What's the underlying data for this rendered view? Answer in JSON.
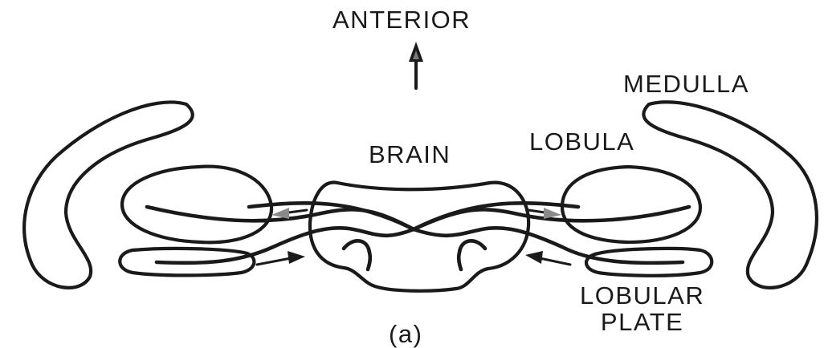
{
  "labels": {
    "anterior": "ANTERIOR",
    "medulla": "MEDULLA",
    "brain": "BRAIN",
    "lobula": "LOBULA",
    "lobular_plate_line1": "LOBULAR",
    "lobular_plate_line2": "PLATE",
    "panel": "(a)"
  },
  "colors": {
    "ink": "#1a1a1a",
    "arrow_gray": "#8a8a8a",
    "background": "#ffffff"
  }
}
